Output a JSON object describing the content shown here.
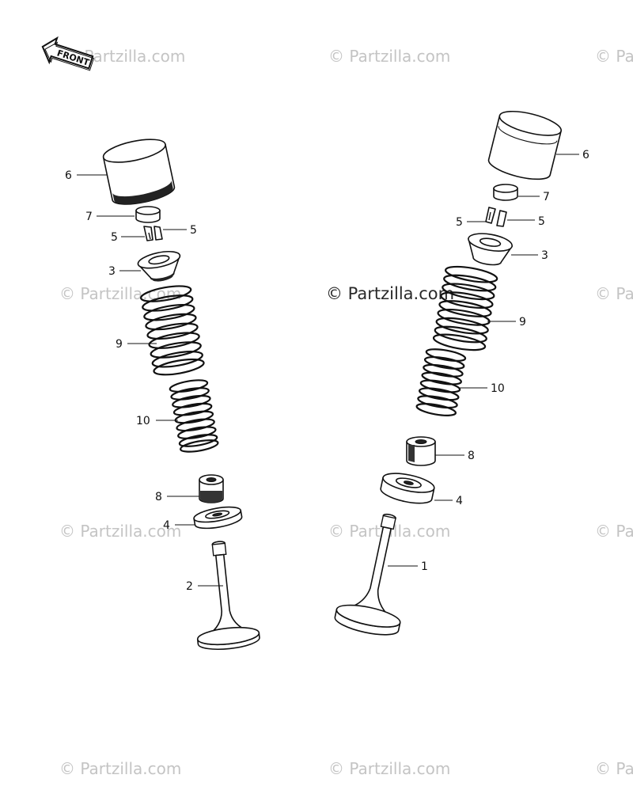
{
  "watermark": {
    "text": "© Partzilla.com",
    "center_text": "© Partzilla.com"
  },
  "front_badge": {
    "label": "FRONT",
    "icon": "front-arrow-icon"
  },
  "callouts": {
    "left": {
      "tappet": "6",
      "shim": "7",
      "cotter": "5",
      "cotter_pair": "5",
      "retainer": "3",
      "outer_spring": "9",
      "inner_spring": "10",
      "stem_seal": "8",
      "spring_seat": "4",
      "valve": "2"
    },
    "right": {
      "tappet": "6",
      "shim": "7",
      "cotter_a": "5",
      "cotter_b": "5",
      "retainer": "3",
      "outer_spring": "9",
      "inner_spring": "10",
      "stem_seal": "8",
      "spring_seat": "4",
      "valve": "1"
    }
  }
}
